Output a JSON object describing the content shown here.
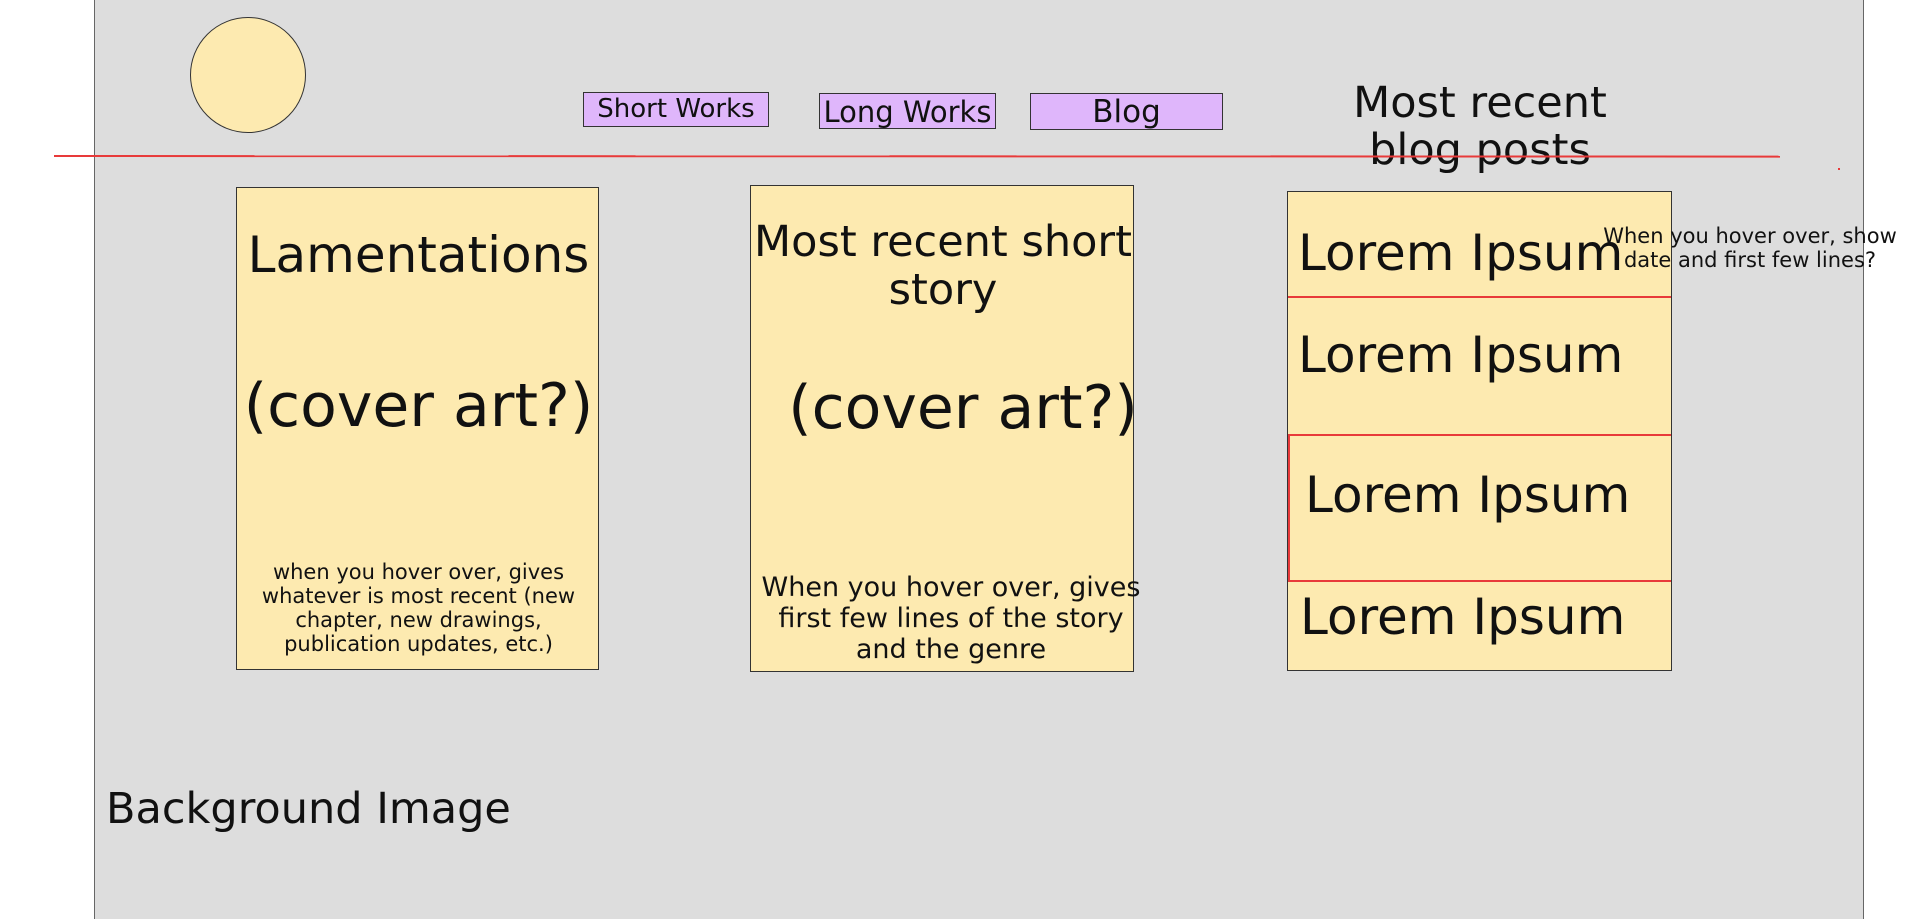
{
  "nav": {
    "short_works": "Short Works",
    "long_works": "Long Works",
    "blog": "Blog"
  },
  "colors": {
    "page_background": "#dddddd",
    "card_fill": "#fdeab0",
    "nav_fill": "#dfb6fb",
    "annotation_red": "#e83a3a",
    "outline": "#333333"
  },
  "featured": {
    "title": "Lamentations",
    "art": "(cover art?)",
    "hover_note": "when you hover over, gives whatever is most recent (new chapter, new drawings, publication updates, etc.)"
  },
  "recent_story": {
    "title": "Most recent short story",
    "art": "(cover art?)",
    "hover_note": "When you hover over, gives first few lines of the story and the genre"
  },
  "blog_section": {
    "heading": "Most recent blog posts",
    "posts": [
      "Lorem Ipsum",
      "Lorem Ipsum",
      "Lorem Ipsum",
      "Lorem Ipsum"
    ],
    "hover_note": "When you hover over, show date and first few lines?"
  },
  "background_label": "Background Image"
}
